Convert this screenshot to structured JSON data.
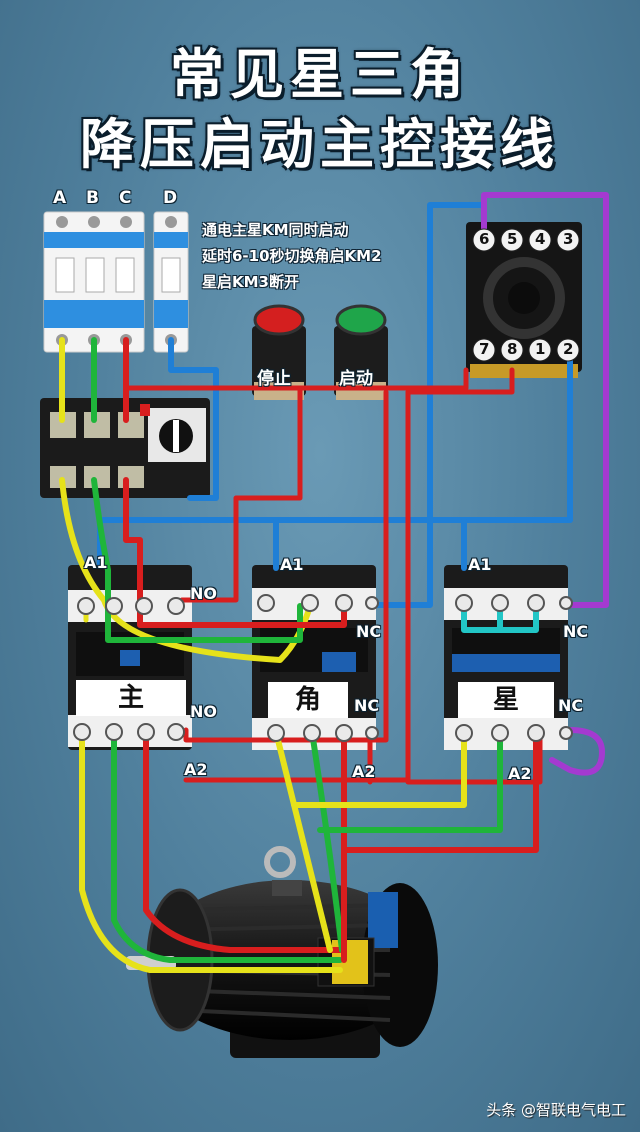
{
  "title": {
    "line1": "常见星三角",
    "line2": "降压启动主控接线"
  },
  "notes": {
    "line1": "通电主星KM同时启动",
    "line2": "延时6-10秒切换角启KM2",
    "line3": "星启KM3断开"
  },
  "phases": [
    "A",
    "B",
    "C",
    "D"
  ],
  "buttons": {
    "stop": "停止",
    "start": "启动"
  },
  "relay_pins_top": [
    "6",
    "5",
    "4",
    "3"
  ],
  "relay_pins_bottom": [
    "7",
    "8",
    "1",
    "2"
  ],
  "contactors": {
    "main": {
      "name": "主",
      "a1": "A1",
      "no_top": "NO",
      "no_bottom": "NO",
      "a2": "A2"
    },
    "delta": {
      "name": "角",
      "a1": "A1",
      "nc_top": "NC",
      "nc_bottom": "NC",
      "a2": "A2"
    },
    "star": {
      "name": "星",
      "a1": "A1",
      "nc_top": "NC",
      "nc_bottom": "NC",
      "a2": "A2"
    }
  },
  "watermark": "头条 @智联电气电工",
  "colors": {
    "yellow": "#e6e21a",
    "green": "#1fb53a",
    "red": "#d81e1e",
    "blue": "#1f7fd6",
    "purple": "#a43ad0",
    "cyan": "#22c6c6"
  }
}
